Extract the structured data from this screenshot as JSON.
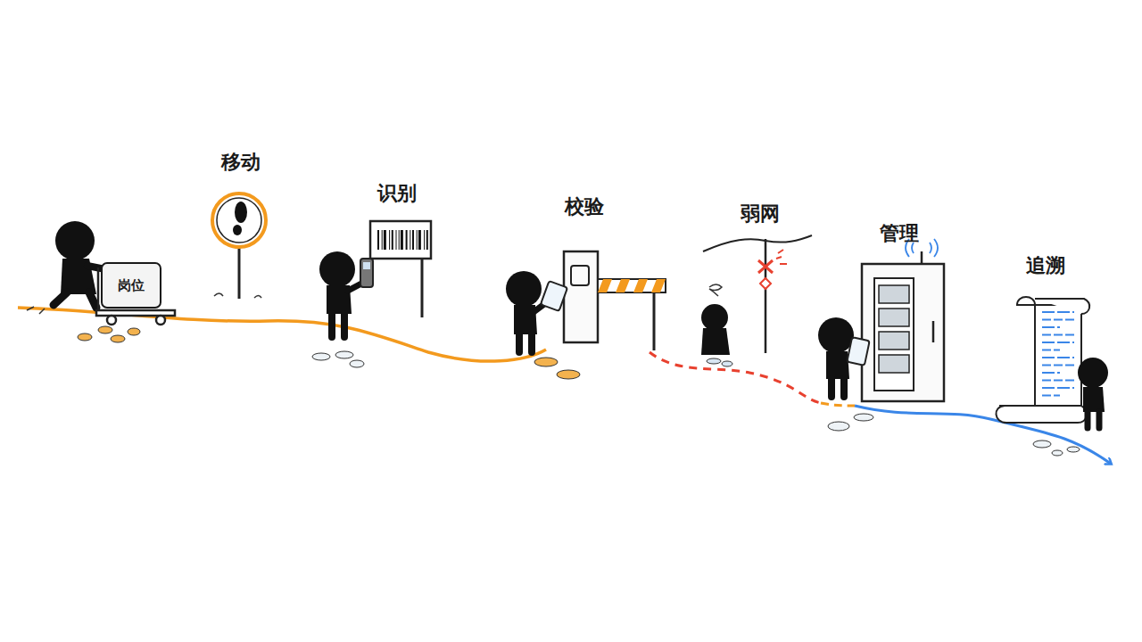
{
  "diagram": {
    "nodes": [
      {
        "text": [
          "岗位"
        ]
      }
    ],
    "labels": [
      "移动",
      "识别",
      "校验",
      "弱网",
      "管理",
      "追溯"
    ]
  }
}
